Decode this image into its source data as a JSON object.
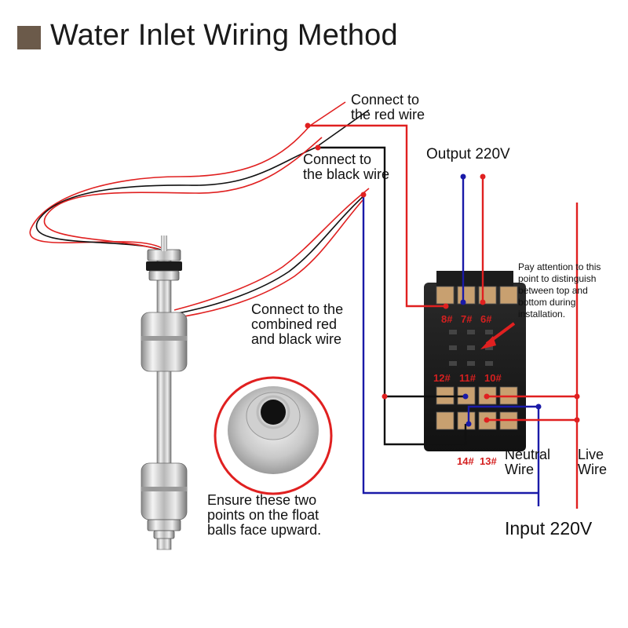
{
  "title": "Water Inlet Wiring Method",
  "labels": {
    "connect_red_1": "Connect to",
    "connect_red_2": "the red wire",
    "connect_black_1": "Connect to",
    "connect_black_2": "the black wire",
    "combined_1": "Connect to the",
    "combined_2": "combined red",
    "combined_3": "and black wire",
    "output": "Output 220V",
    "note_1": "Pay attention to this",
    "note_2": "point to distinguish",
    "note_3": "between top and",
    "note_4": "bottom during",
    "note_5": "installation.",
    "ensure_1": "Ensure these two",
    "ensure_2": "points on the float",
    "ensure_3": "balls face upward.",
    "neutral_1": "Neutral",
    "neutral_2": "Wire",
    "live_1": "Live",
    "live_2": "Wire",
    "input": "Input 220V"
  },
  "pins": {
    "p8": "8#",
    "p7": "7#",
    "p6": "6#",
    "p12": "12#",
    "p11": "11#",
    "p10": "10#",
    "p14": "14#",
    "p13": "13#"
  },
  "colors": {
    "red_wire": "#e02020",
    "blue_wire": "#1a1aa8",
    "black_wire": "#111111",
    "title_square": "#6b5a4a",
    "pin_label": "#d42020"
  }
}
